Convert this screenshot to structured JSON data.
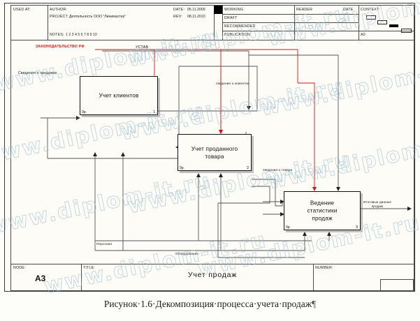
{
  "header": {
    "used_at_label": "USED AT:",
    "author_label": "AUTHOR:",
    "author_value": "",
    "project_label": "PROJECT:",
    "project_value": "Деятельность ООО \"Линимастер\"",
    "notes_label": "NOTES:",
    "notes_value": "1  2  3  4  5  6  7  8  9  10",
    "date_label": "DATE:",
    "date_value": "05.11.2009",
    "rev_label": "REV:",
    "rev_value": "08.11.2010",
    "status": [
      "WORKING",
      "DRAFT",
      "RECOMMENDED",
      "PUBLICATION"
    ],
    "reader_label": "READER",
    "reader_date_label": "DATE",
    "context_label": "CONTEXT:",
    "context_node": "A0"
  },
  "diagram": {
    "boxes": [
      {
        "title": "Учет клиентов",
        "cost": "0р.",
        "number": "1"
      },
      {
        "title": "Учет проданного\nтовара",
        "cost": "0р.",
        "number": "2"
      },
      {
        "title": "Ведение\nстатистики\nпродаж",
        "cost": "0р.",
        "number": "3"
      }
    ],
    "labels": {
      "legislation": "ЗАКОНОДАТЕЛЬСТВО РФ",
      "charter": "УСТАВ",
      "sales_info": "Сведения о продажах",
      "clients_info": "сведения о клиентах",
      "goods_info": "сведения о товаре",
      "final_data": "Итоговые данные\nпродаж",
      "personnel": "Персонал",
      "equipment": "Оборудование"
    }
  },
  "footer": {
    "node_label": "NODE:",
    "node_value": "A3",
    "title_label": "TITLE:",
    "title_value": "Учет  продаж",
    "number_label": "NUMBER:"
  },
  "caption": {
    "text": "Рисунок·1.6·Декомпозиция·процесса·учета·продаж",
    "pilcrow": "¶"
  },
  "watermark": {
    "text": "www.diplom-it.ru"
  },
  "colors": {
    "control_red": "#e01010",
    "line": "#4a4a4a",
    "box_fill": "#fdfcf6",
    "watermark": "#96b9cd"
  }
}
